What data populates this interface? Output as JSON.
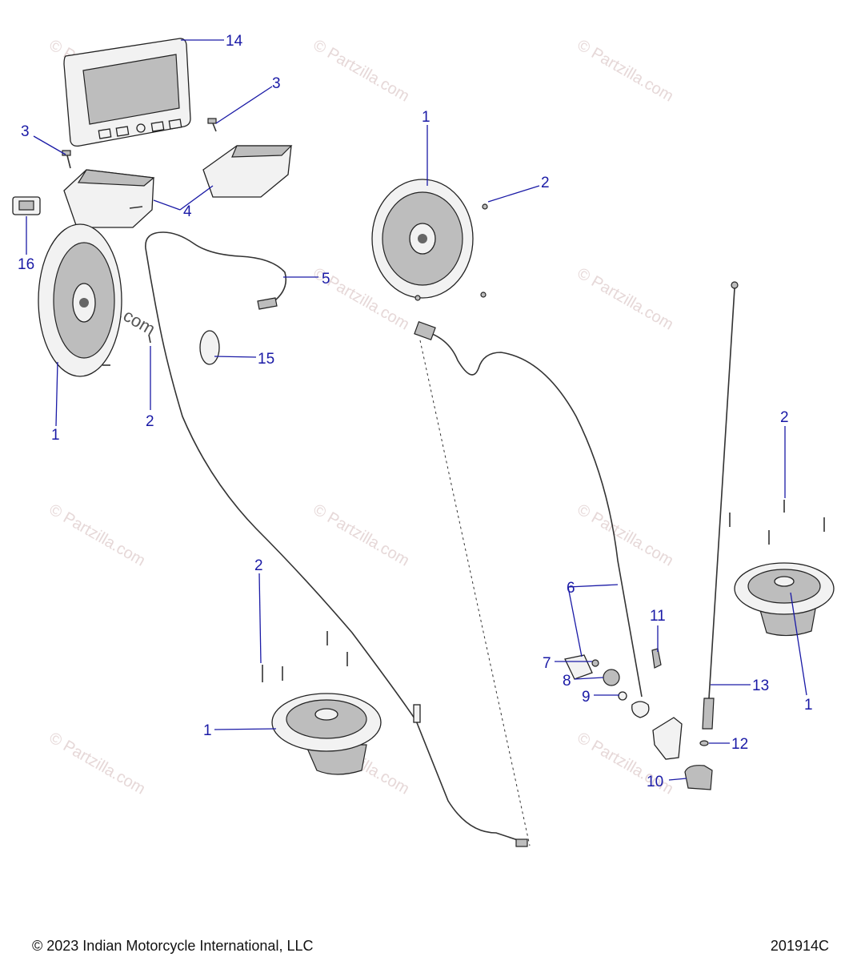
{
  "watermark": "© Partzilla.com",
  "copyright": "© 2023 Indian Motorcycle International, LLC",
  "diagram_id": "201914C",
  "callouts": {
    "c1a": "1",
    "c1b": "1",
    "c1c": "1",
    "c1d": "1",
    "c2a": "2",
    "c2b": "2",
    "c2c": "2",
    "c2d": "2",
    "c3a": "3",
    "c3b": "3",
    "c4": "4",
    "c5": "5",
    "c6": "6",
    "c7": "7",
    "c8": "8",
    "c9": "9",
    "c10": "10",
    "c11": "11",
    "c12": "12",
    "c13": "13",
    "c14": "14",
    "c15": "15",
    "c16": "16"
  }
}
